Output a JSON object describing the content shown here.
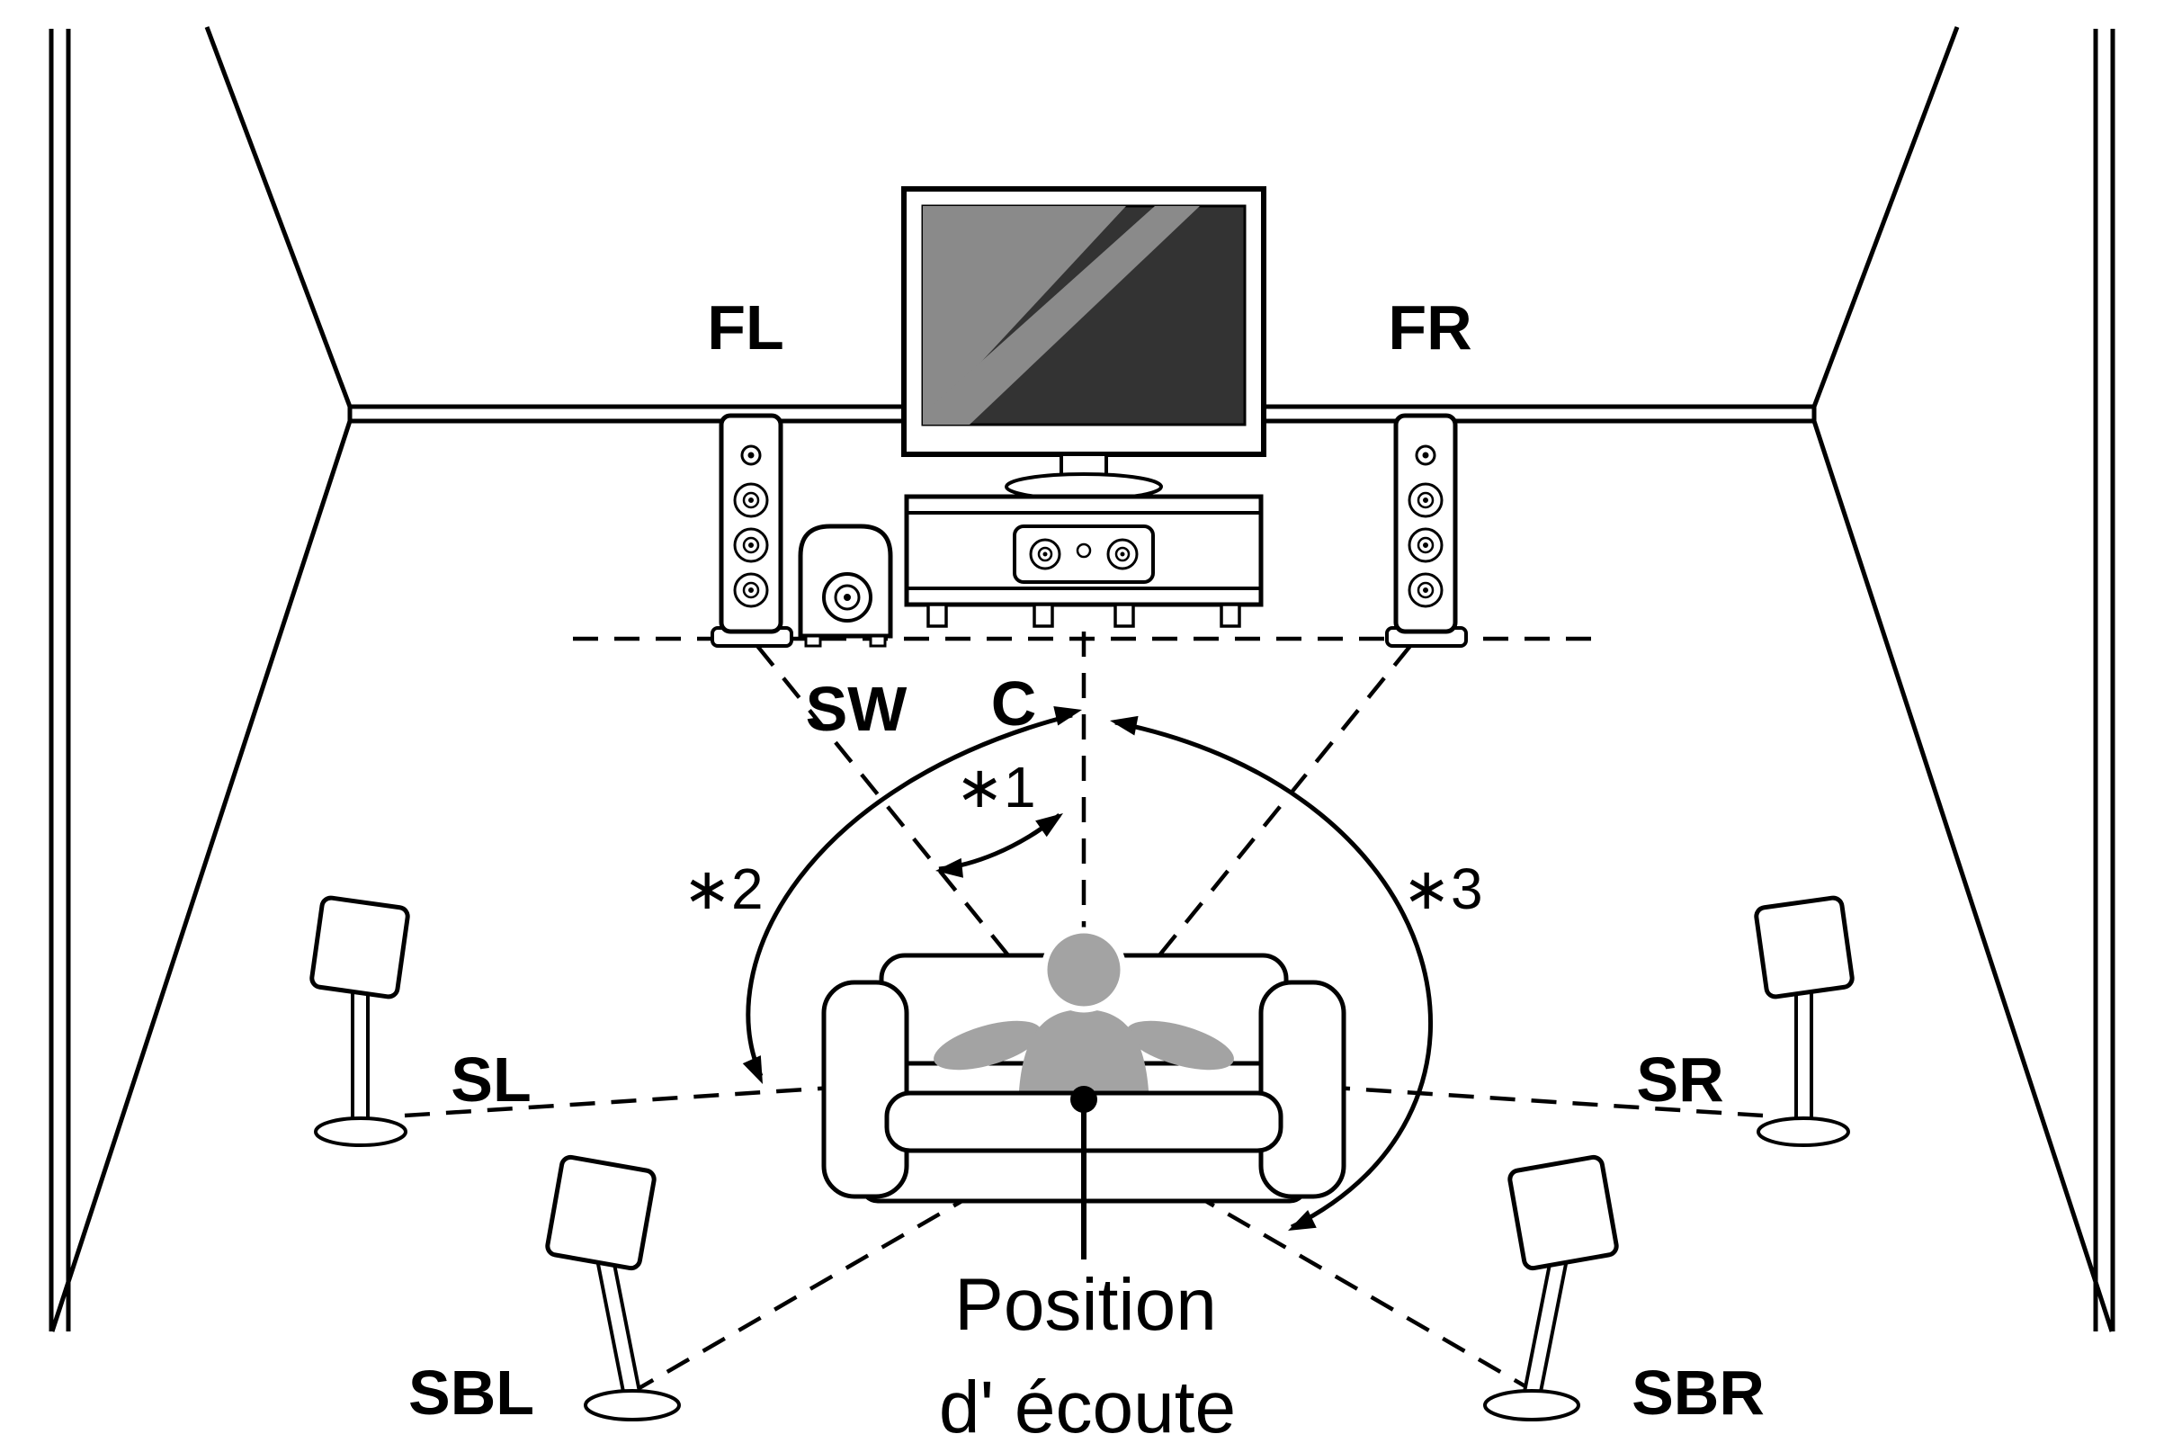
{
  "diagram": {
    "labels": {
      "front_left": "FL",
      "front_right": "FR",
      "subwoofer": "SW",
      "center": "C",
      "surround_left": "SL",
      "surround_right": "SR",
      "surround_back_left": "SBL",
      "surround_back_right": "SBR"
    },
    "angle_notes": {
      "note1": "∗1",
      "note2": "∗2",
      "note3": "∗3"
    },
    "listening_position": {
      "line1": "Position",
      "line2": "d' écoute"
    },
    "colors": {
      "ink": "#000000",
      "background": "#ffffff",
      "person_silhouette": "#a3a3a3",
      "tv_screen": "#333333",
      "tv_screen_highlight": "#8a8a8a"
    }
  }
}
